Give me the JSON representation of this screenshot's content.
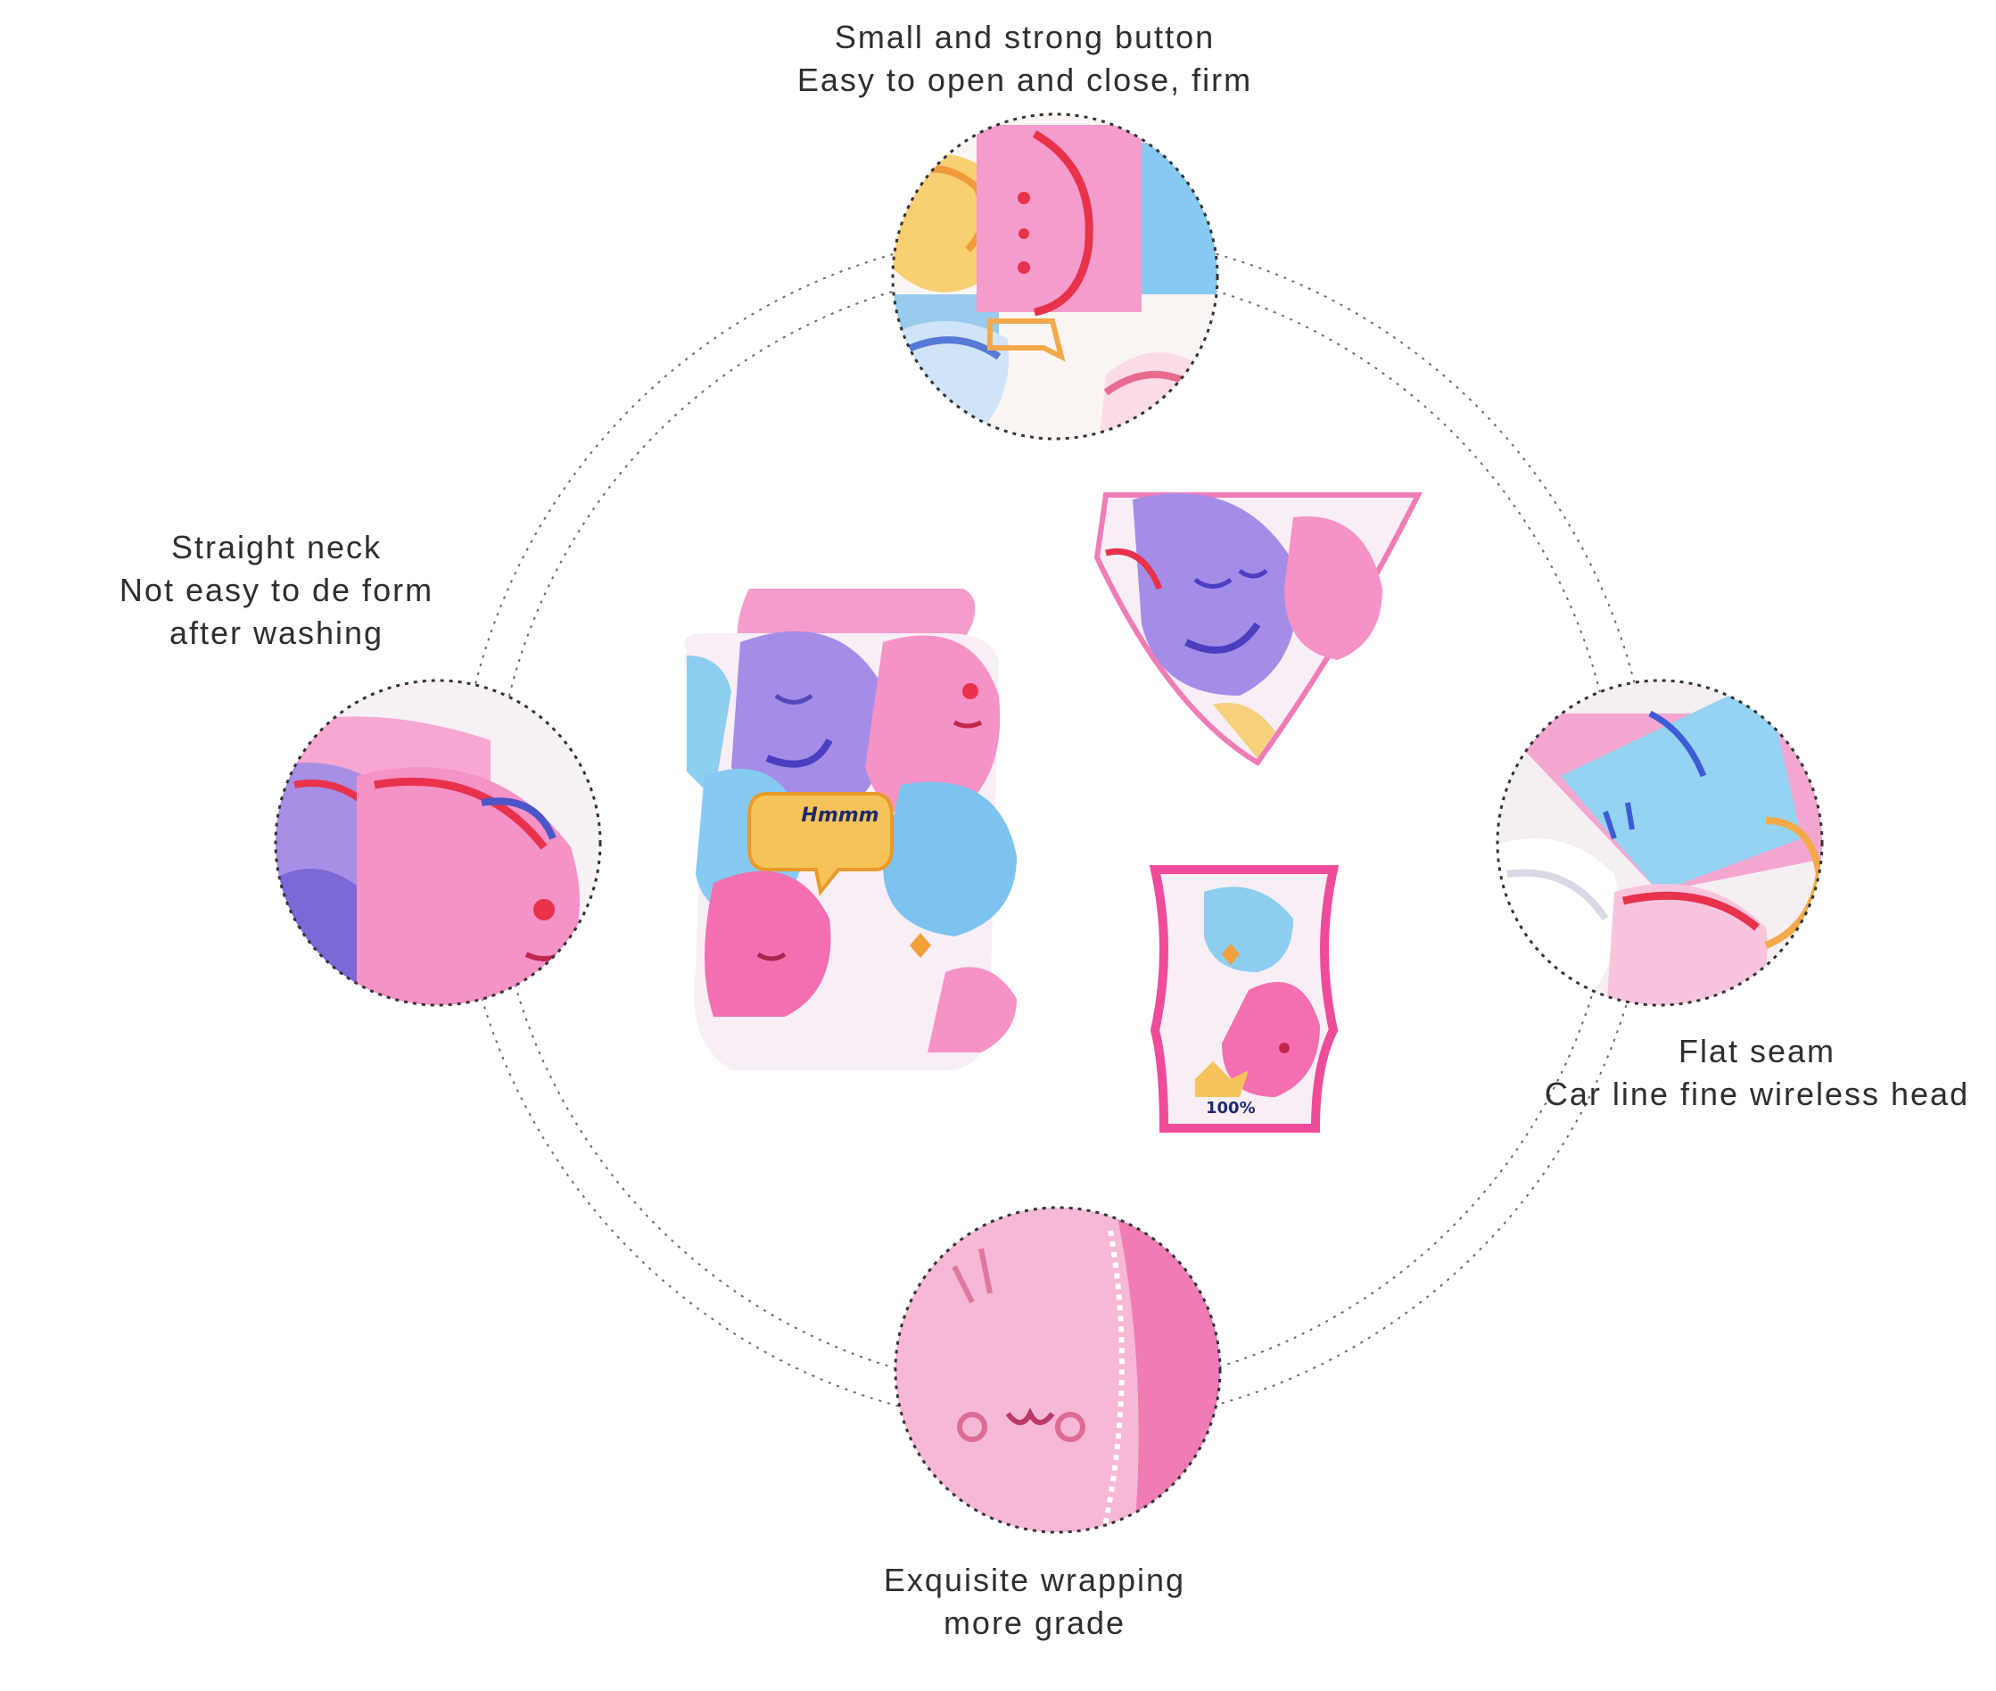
{
  "captions": {
    "top": {
      "line1": "Small and strong button",
      "line2": "Easy to open and close, firm"
    },
    "left": {
      "line1": "Straight neck",
      "line2": "Not easy to de form",
      "line3": "after washing"
    },
    "right": {
      "line1": "Flat seam",
      "line2": "Car line fine wireless head"
    },
    "bottom": {
      "line1": "Exquisite wrapping",
      "line2": "more grade"
    }
  },
  "products": {
    "shirt_badge": "Hmmm",
    "bib_badge": "100%"
  },
  "colors": {
    "pink": "#f07cb6",
    "hot_pink": "#e8398f",
    "purple": "#9a84e0",
    "blue": "#7cc6ee",
    "yellow": "#f6c05a",
    "red_line": "#e8324c",
    "navy_line": "#3946b8",
    "dotted": "#555555"
  }
}
